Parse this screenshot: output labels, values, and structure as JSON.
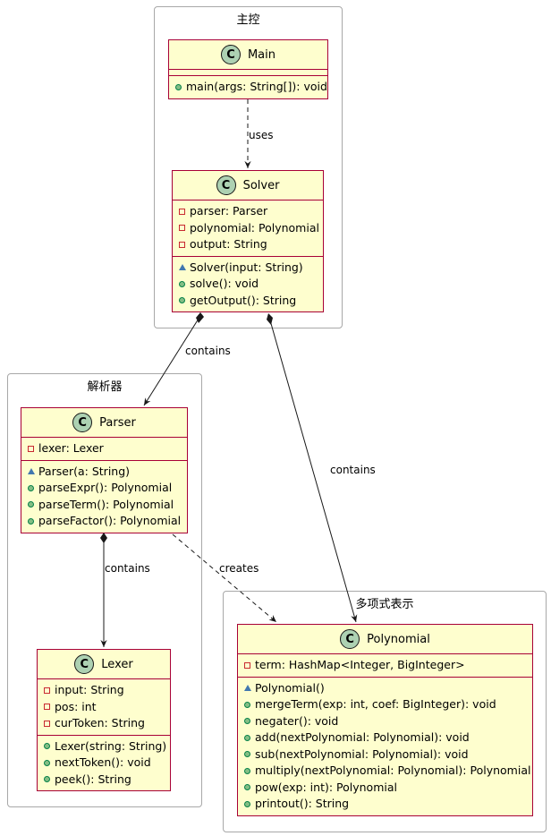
{
  "packages": {
    "control": {
      "title": "主控"
    },
    "parser": {
      "title": "解析器"
    },
    "poly": {
      "title": "多项式表示"
    }
  },
  "classes": {
    "main": {
      "stereotype": "C",
      "name": "Main",
      "fields": [],
      "methods": [
        {
          "vis": "public",
          "text": "main(args: String[]): void"
        }
      ]
    },
    "solver": {
      "stereotype": "C",
      "name": "Solver",
      "fields": [
        {
          "vis": "private",
          "text": "parser: Parser"
        },
        {
          "vis": "private",
          "text": "polynomial: Polynomial"
        },
        {
          "vis": "private",
          "text": "output: String"
        }
      ],
      "methods": [
        {
          "vis": "package",
          "text": "Solver(input: String)"
        },
        {
          "vis": "public",
          "text": "solve(): void"
        },
        {
          "vis": "public",
          "text": "getOutput(): String"
        }
      ]
    },
    "parser": {
      "stereotype": "C",
      "name": "Parser",
      "fields": [
        {
          "vis": "private",
          "text": "lexer: Lexer"
        }
      ],
      "methods": [
        {
          "vis": "package",
          "text": "Parser(a: String)"
        },
        {
          "vis": "public",
          "text": "parseExpr(): Polynomial"
        },
        {
          "vis": "public",
          "text": "parseTerm(): Polynomial"
        },
        {
          "vis": "public",
          "text": "parseFactor(): Polynomial"
        }
      ]
    },
    "lexer": {
      "stereotype": "C",
      "name": "Lexer",
      "fields": [
        {
          "vis": "private",
          "text": "input: String"
        },
        {
          "vis": "private",
          "text": "pos: int"
        },
        {
          "vis": "private",
          "text": "curToken: String"
        }
      ],
      "methods": [
        {
          "vis": "public",
          "text": "Lexer(string: String)"
        },
        {
          "vis": "public",
          "text": "nextToken(): void"
        },
        {
          "vis": "public",
          "text": "peek(): String"
        }
      ]
    },
    "polynomial": {
      "stereotype": "C",
      "name": "Polynomial",
      "fields": [
        {
          "vis": "private",
          "text": "term: HashMap<Integer, BigInteger>"
        }
      ],
      "methods": [
        {
          "vis": "package",
          "text": "Polynomial()"
        },
        {
          "vis": "public",
          "text": "mergeTerm(exp: int, coef: BigInteger): void"
        },
        {
          "vis": "public",
          "text": "negater(): void"
        },
        {
          "vis": "public",
          "text": "add(nextPolynomial: Polynomial): void"
        },
        {
          "vis": "public",
          "text": "sub(nextPolynomial: Polynomial): void"
        },
        {
          "vis": "public",
          "text": "multiply(nextPolynomial: Polynomial): Polynomial"
        },
        {
          "vis": "public",
          "text": "pow(exp: int): Polynomial"
        },
        {
          "vis": "public",
          "text": "printout(): String"
        }
      ]
    }
  },
  "edges": {
    "main_solver": {
      "label": "uses",
      "kind": "dependency"
    },
    "solver_parser": {
      "label": "contains",
      "kind": "composition"
    },
    "solver_polynomial": {
      "label": "contains",
      "kind": "composition"
    },
    "parser_lexer": {
      "label": "contains",
      "kind": "composition"
    },
    "parser_polynomial": {
      "label": "creates",
      "kind": "dependency"
    }
  },
  "colors": {
    "class_fill": "#fefece",
    "class_border": "#a80036",
    "stereotype_circle": "#add1b2",
    "package_border": "#a8a8a8",
    "edge": "#181818"
  }
}
